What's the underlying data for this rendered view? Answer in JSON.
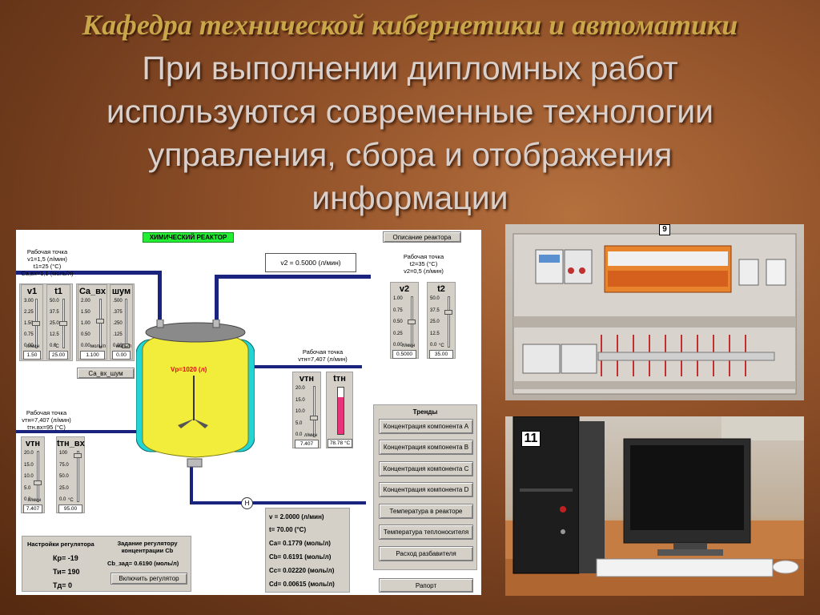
{
  "header": {
    "department": "Кафедра технической кибернетики и автоматики",
    "title_lines": [
      "При выполнении дипломных работ",
      "используются современные технологии",
      "управления, сбора и отображения",
      "информации"
    ]
  },
  "scada": {
    "reactor_title": "ХИМИЧЕСКИЙ РЕАКТОР",
    "description_button": "Описание реактора",
    "left_point": {
      "title": "Рабочая точка",
      "l1": "v1=1,5 (л/мин)",
      "l2": "t1=25 (°C)",
      "l3": "Ca,вх=1,1 (моль/л)"
    },
    "v2_display": "v2 =  0.5000 (л/мин)",
    "right_point": {
      "title": "Рабочая точка",
      "l1": "t2=35 (°C)",
      "l2": "v2=0,5 (л/мин)"
    },
    "jacket_point": {
      "title": "Рабочая точка",
      "l1": "vтн=7,407 (л/мин)"
    },
    "coolant_point": {
      "title": "Рабочая точка",
      "l1": "vтн=7,407 (л/мин)",
      "l2": "tтн.вх=95 (°C)"
    },
    "volume_label": "Vр=1020 (л)",
    "h_symbol": "H",
    "sliders": {
      "v1": {
        "title": "v1",
        "scale": [
          "3.00",
          "2.25",
          "1.50",
          "0.75",
          "0.00"
        ],
        "unit": "л/мин",
        "value": "1.50",
        "level": 0.5
      },
      "t1": {
        "title": "t1",
        "scale": [
          "50.0",
          "37.5",
          "25.0",
          "12.5",
          "0.0"
        ],
        "unit": "°C",
        "value": "25.00",
        "level": 0.5
      },
      "ca": {
        "title": "Ca_вх",
        "scale": [
          "2.00",
          "1.50",
          "1.00",
          "0.50",
          "0.00"
        ],
        "unit": "моль/л",
        "value": "1.100",
        "level": 0.55
      },
      "noise": {
        "title": "шум",
        "scale": [
          ".500",
          ".375",
          ".250",
          ".125",
          "0.00"
        ],
        "unit": "моль/л",
        "value": "0.00",
        "level": 0.0
      },
      "v2": {
        "title": "v2",
        "scale": [
          "1.00",
          "0.75",
          "0.50",
          "0.25",
          "0.00"
        ],
        "unit": "л/мин",
        "value": "0.5000",
        "level": 0.5
      },
      "t2": {
        "title": "t2",
        "scale": [
          "50.0",
          "37.5",
          "25.0",
          "12.5",
          "0.0"
        ],
        "unit": "°C",
        "value": "35.00",
        "level": 0.7
      },
      "vtn_mid": {
        "title": "vтн",
        "scale": [
          "20.0",
          "15.0",
          "10.0",
          "5.0",
          "0.0"
        ],
        "unit": "л/мин",
        "value": "7.407",
        "level": 0.37
      },
      "vtn_left": {
        "title": "vтн",
        "scale": [
          "20.0",
          "15.0",
          "10.0",
          "5.0",
          "0.0"
        ],
        "unit": "л/мин",
        "value": "7.407",
        "level": 0.37
      },
      "ttn_vh": {
        "title": "tтн_вх",
        "scale": [
          "100",
          "75.0",
          "50.0",
          "25.0",
          "0.0"
        ],
        "unit": "°C",
        "value": "95.00",
        "level": 0.95
      }
    },
    "ttn_gauge": {
      "title": "tтн",
      "value": "78.78 °C",
      "level": 0.79
    },
    "ca_noise_button": "Са_вх_шум",
    "trends": {
      "title": "Тренды",
      "buttons": [
        "Концентрация компонента А",
        "Концентрация компонента В",
        "Концентрация компонента С",
        "Концентрация компонента D",
        "Температура в реакторе",
        "Температура теплоносителя",
        "Расход разбавителя"
      ]
    },
    "report_button": "Рапорт",
    "results": {
      "v": "v =   2.0000 (л/мин)",
      "t": "t=  70.00 (°C)",
      "ca": "Ca=   0.1779 (моль/л)",
      "cb": "Cb=   0.6191 (моль/л)",
      "cc": "Cc=   0.02220 (моль/л)",
      "cd": "Cd=   0.00615 (моль/л)"
    },
    "regulator": {
      "settings_title": "Настройки регулятора",
      "kp": "Кр=  -19",
      "ti": "Ти=  190",
      "td": "Тд=  0",
      "task_title": "Задание регулятору концентрации Cb",
      "cb_task": "Cb_зад=  0.6190 (моль/л)",
      "enable_button": "Включить регулятор"
    }
  },
  "photos": {
    "panel_badge": "9",
    "pc_badge": "11"
  }
}
